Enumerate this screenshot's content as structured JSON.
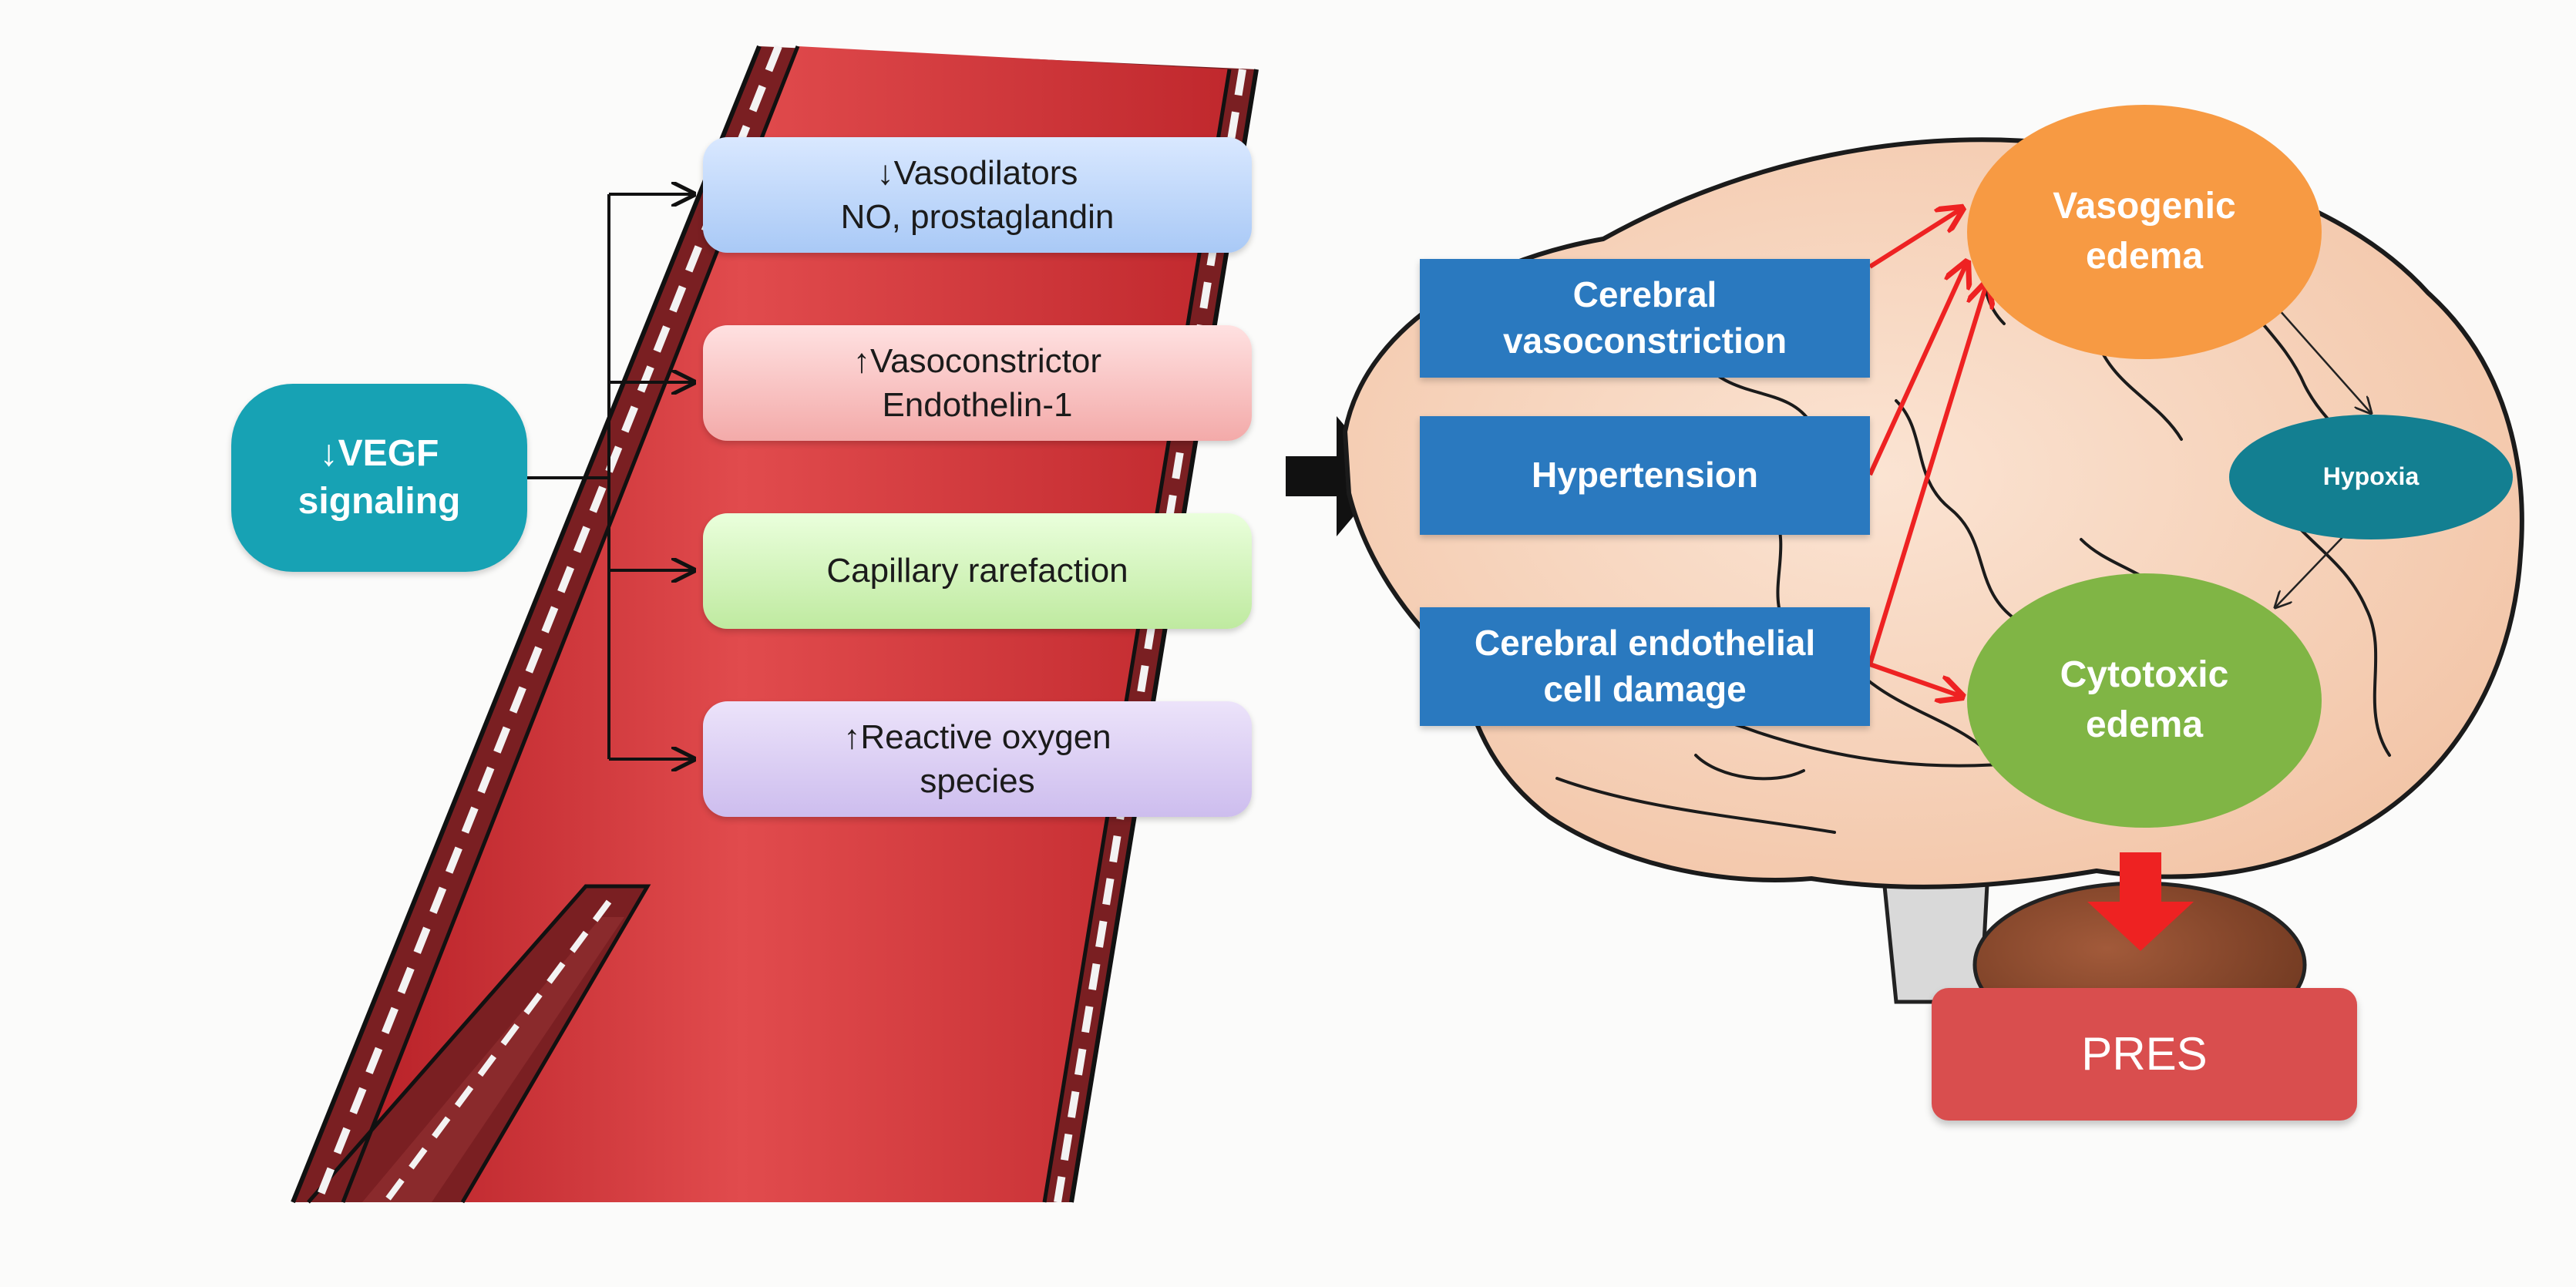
{
  "left_panel": {
    "source": {
      "label_line1": "↓VEGF",
      "label_line2": "signaling"
    },
    "effects": [
      {
        "line1": "↓Vasodilators",
        "line2": "NO, prostaglandin",
        "color": "#a9c9f6"
      },
      {
        "line1": "↑Vasoconstrictor",
        "line2": "Endothelin-1",
        "color": "#f3aaa9"
      },
      {
        "line1": "Capillary rarefaction",
        "line2": "",
        "color": "#bfeaa0"
      },
      {
        "line1": "↑Reactive oxygen",
        "line2": "species",
        "color": "#cdbdee"
      }
    ]
  },
  "right_panel": {
    "causes": [
      {
        "line1": "Cerebral",
        "line2": "vasoconstriction"
      },
      {
        "line1": "Hypertension",
        "line2": ""
      },
      {
        "line1": "Cerebral endothelial",
        "line2": "cell damage"
      }
    ],
    "vasogenic": {
      "line1": "Vasogenic",
      "line2": "edema",
      "color": "#f79a43"
    },
    "hypoxia": {
      "label": "Hypoxia",
      "color": "#137f91"
    },
    "cytotoxic": {
      "line1": "Cytotoxic",
      "line2": "edema",
      "color": "#80b545"
    },
    "outcome": {
      "label": "PRES",
      "color": "#d94e4e"
    }
  },
  "colors": {
    "cause_box": "#2a79bf",
    "red_arrow": "#ee2222",
    "vessel": "#d9373a",
    "brain": "#f6d2bb"
  }
}
